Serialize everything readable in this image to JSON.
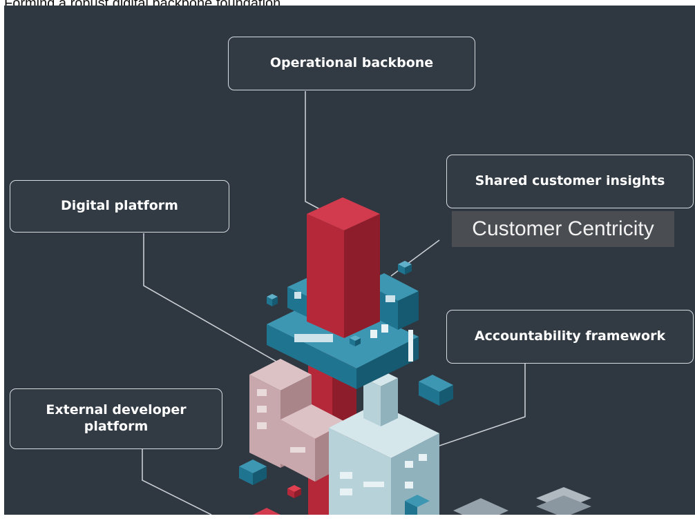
{
  "header": {
    "partial_caption": "Forming a robust digital backbone foundation"
  },
  "labels": {
    "operational_backbone": "Operational backbone",
    "shared_customer_insights": "Shared customer insights",
    "digital_platform": "Digital platform",
    "accountability_framework": "Accountability framework",
    "external_developer_platform": "External developer platform"
  },
  "overlay": {
    "customer_centricity": "Customer Centricity"
  },
  "colors": {
    "background": "#2f3740",
    "red": "#b5283a",
    "teal": "#1f7590",
    "pink": "#c8a8ac",
    "light_blue": "#b8d2da",
    "connector": "#c9ced3"
  }
}
